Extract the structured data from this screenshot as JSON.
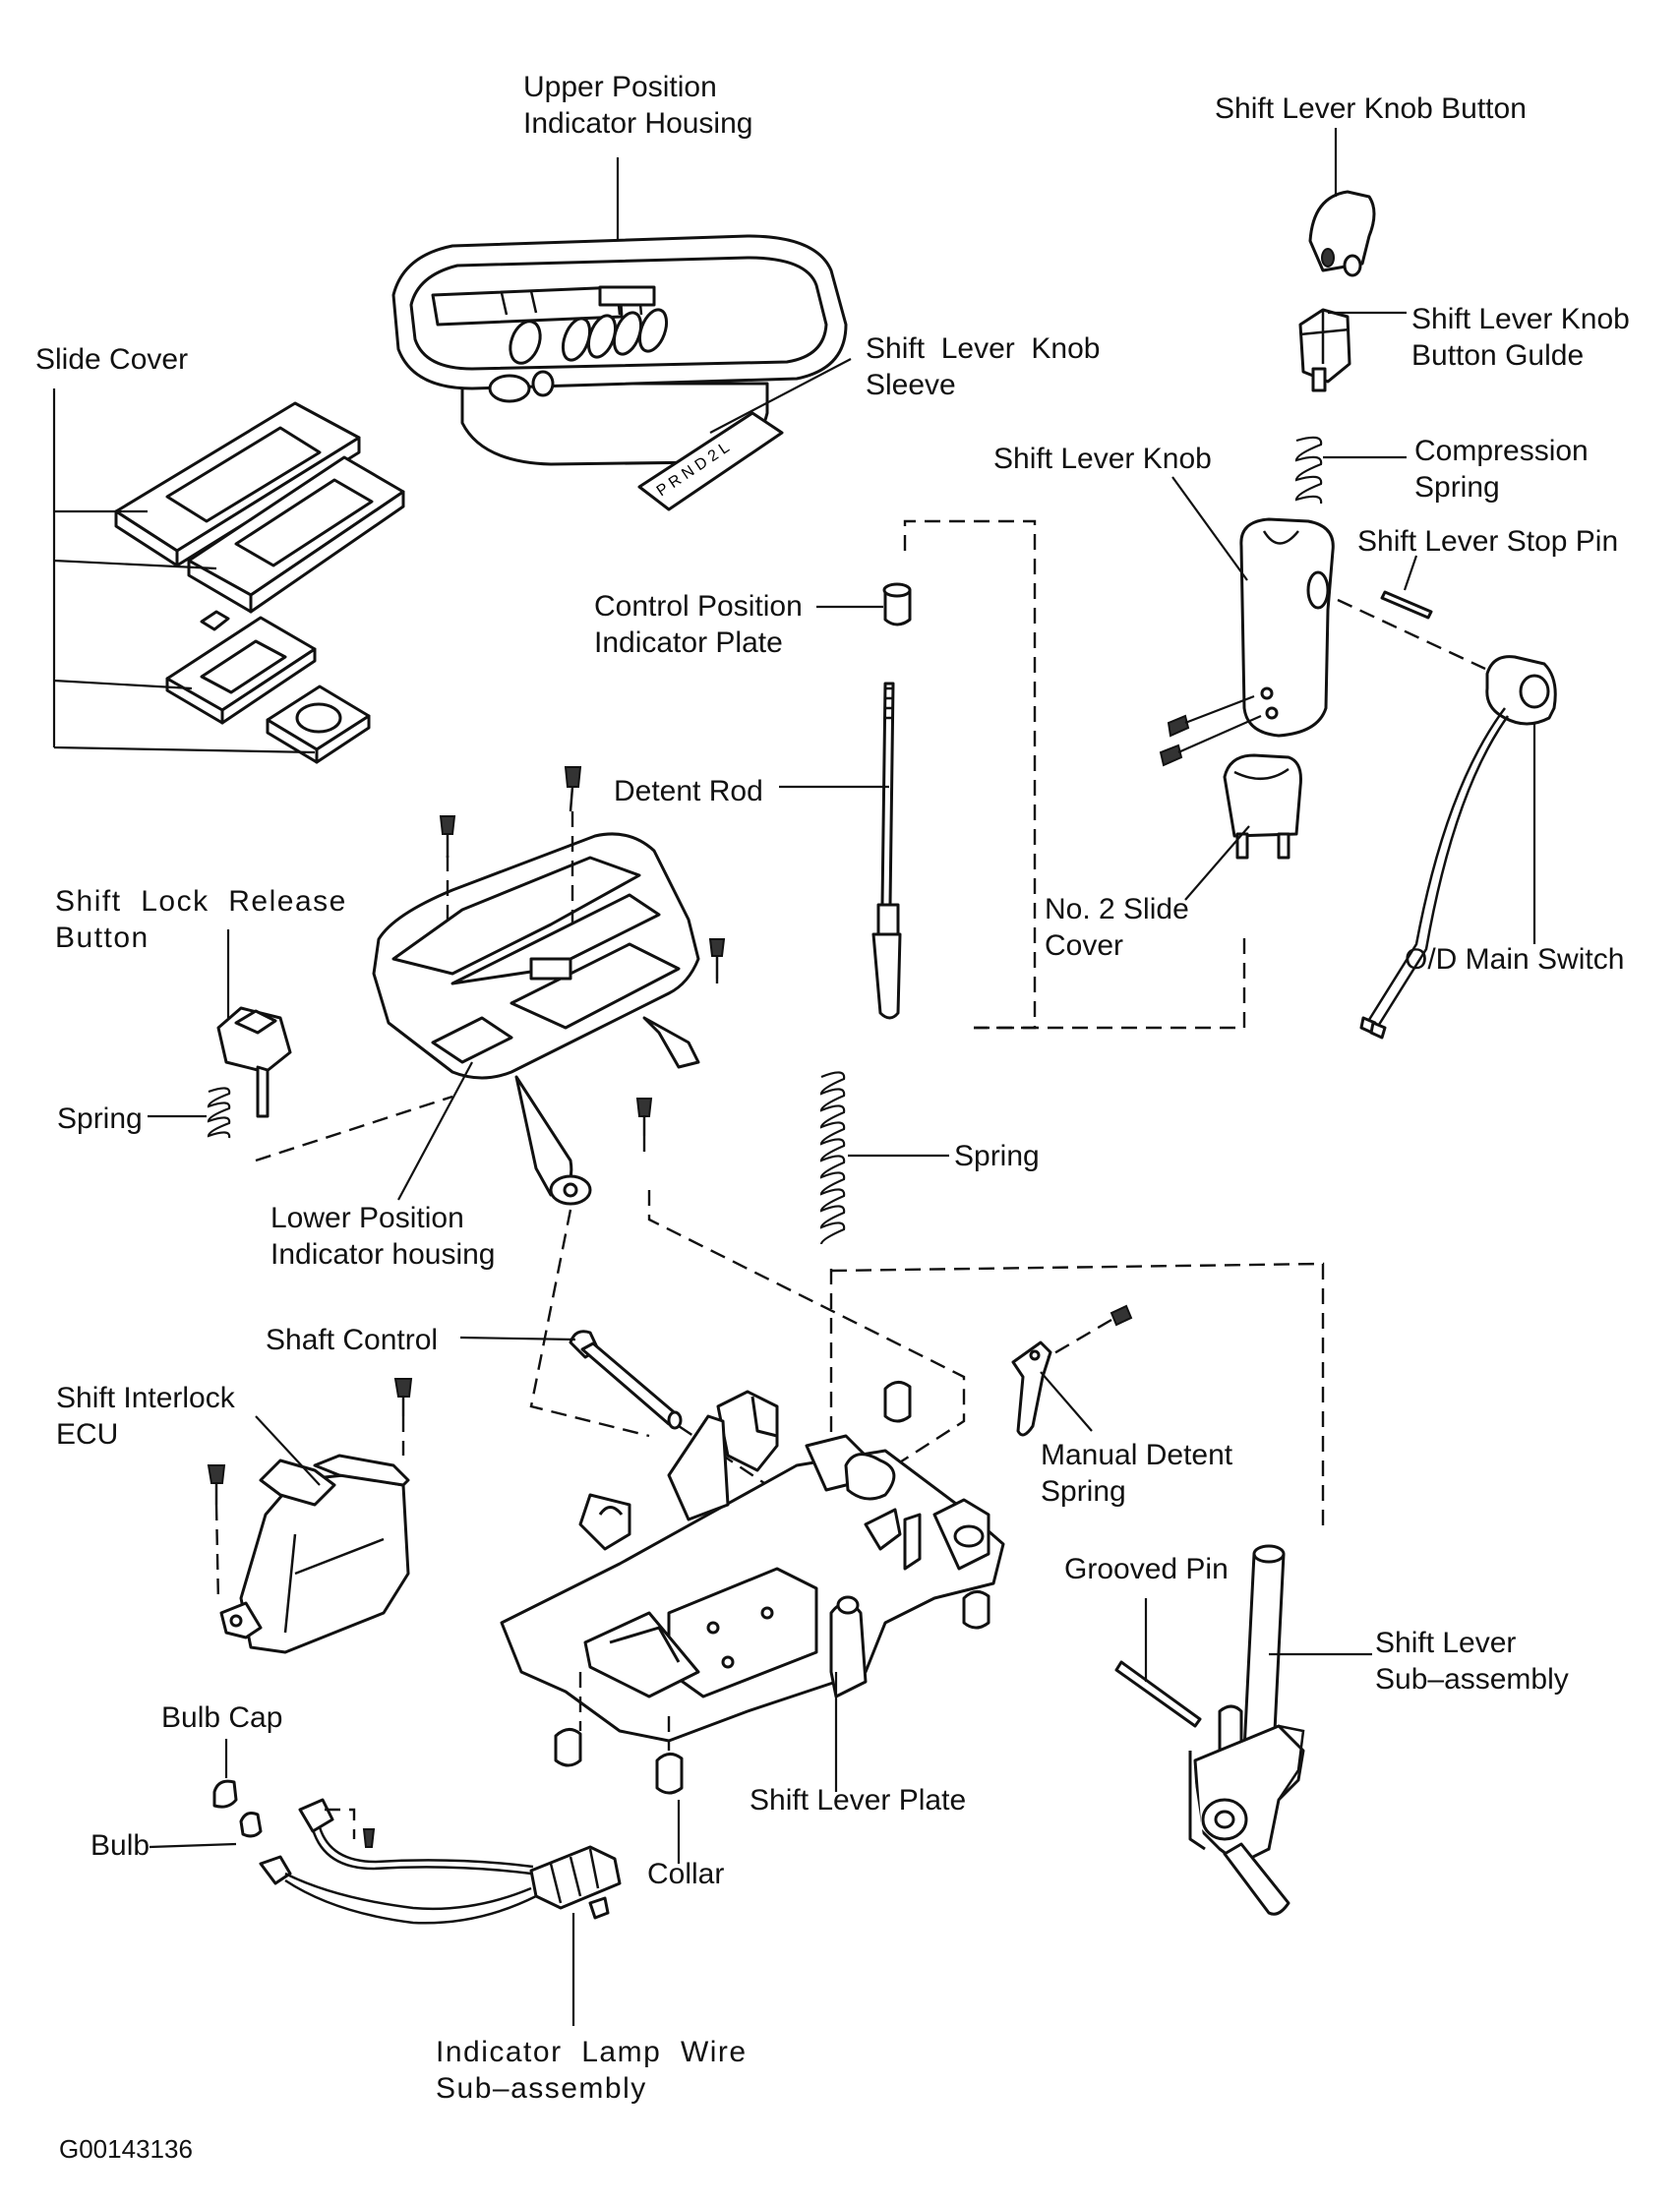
{
  "diagram": {
    "figure_id": "G00143136",
    "labels": {
      "upper_position_indicator_housing": [
        "Upper Position",
        "Indicator Housing"
      ],
      "slide_cover": [
        "Slide Cover"
      ],
      "shift_lever_knob_sleeve": [
        "Shift  Lever  Knob",
        "Sleeve"
      ],
      "shift_lever_knob_button": [
        "Shift Lever Knob Button"
      ],
      "shift_lever_knob_button_guide": [
        "Shift Lever Knob",
        "Button Gulde"
      ],
      "compression_spring": [
        "Compression",
        "Spring"
      ],
      "shift_lever_knob": [
        "Shift Lever Knob"
      ],
      "shift_lever_stop_pin": [
        "Shift Lever Stop Pin"
      ],
      "control_position_indicator_plate": [
        "Control Position",
        "Indicator Plate"
      ],
      "detent_rod": [
        "Detent Rod"
      ],
      "no2_slide_cover": [
        "No. 2 Slide",
        "Cover"
      ],
      "od_main_switch": [
        "O/D Main Switch"
      ],
      "shift_lock_release_button": [
        "Shift  Lock  Release",
        "Button"
      ],
      "spring_left": [
        "Spring"
      ],
      "lower_position_indicator_housing": [
        "Lower Position",
        "Indicator housing"
      ],
      "spring_center": [
        "Spring"
      ],
      "shaft_control": [
        "Shaft Control"
      ],
      "shift_interlock_ecu": [
        "Shift Interlock",
        "ECU"
      ],
      "manual_detent_spring": [
        "Manual Detent",
        "Spring"
      ],
      "grooved_pin": [
        "Grooved Pin"
      ],
      "shift_lever_subassembly": [
        "Shift Lever",
        "Sub–assembly"
      ],
      "bulb_cap": [
        "Bulb Cap"
      ],
      "bulb": [
        "Bulb"
      ],
      "shift_lever_plate": [
        "Shift Lever Plate"
      ],
      "collar": [
        "Collar"
      ],
      "indicator_lamp_wire_subassembly": [
        "Indicator  Lamp  Wire",
        "Sub–assembly"
      ]
    },
    "sleeve_letters": [
      "P",
      "R",
      "N",
      "D",
      "2",
      "L"
    ]
  }
}
